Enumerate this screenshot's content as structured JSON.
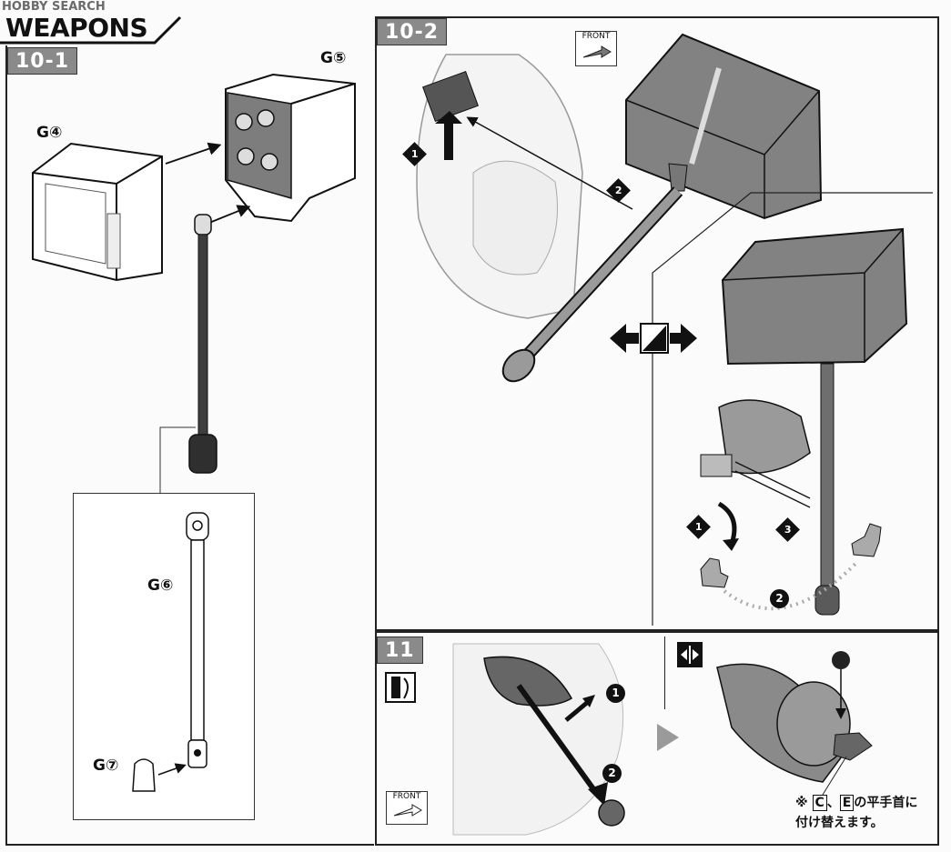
{
  "header": {
    "site_logo": "HOBBY SEARCH",
    "section_title": "WEAPONS"
  },
  "steps": [
    {
      "id": "10-1",
      "label": "10-1"
    },
    {
      "id": "10-2",
      "label": "10-2"
    },
    {
      "id": "11",
      "label": "11"
    }
  ],
  "parts": {
    "g4": "G④",
    "g5": "G⑤",
    "g6": "G⑥",
    "g7": "G⑦"
  },
  "step_markers": {
    "m1": "1",
    "m2": "2",
    "m3": "3"
  },
  "front_tag": "FRONT",
  "note": {
    "prefix": "※",
    "letter_c": "C",
    "sep": "、",
    "letter_e": "E",
    "line1_rest": "の平手首に",
    "line2": "付け替えます。"
  },
  "colors": {
    "ink": "#111111",
    "grey_part": "#8a8a8a",
    "dark_part": "#4a4a4a",
    "panel_line": "#222222"
  },
  "icons": [
    "front-arrow-icon",
    "swap-hand-icon",
    "option-swap-icon",
    "joint-insert-icon",
    "rotate-icon"
  ]
}
